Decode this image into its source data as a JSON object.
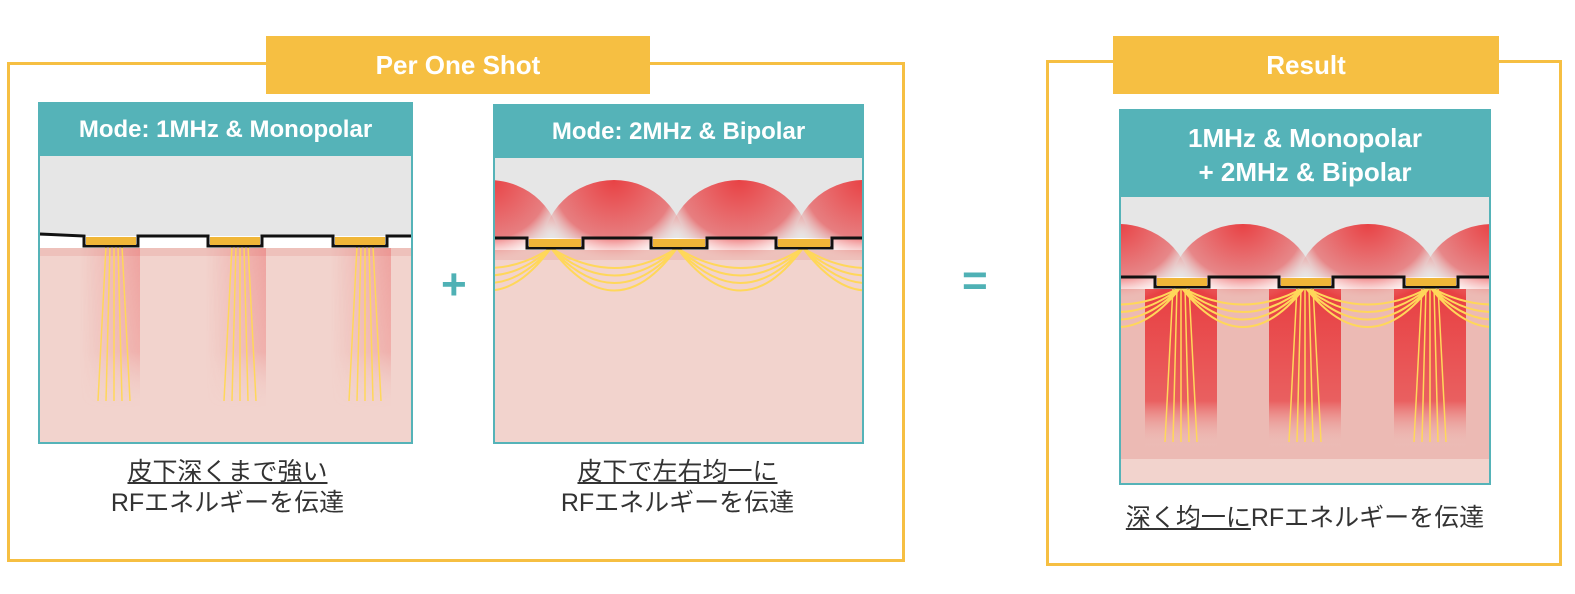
{
  "per_one_shot": {
    "tab_label": "Per One Shot",
    "operator_plus": "+",
    "panels": [
      {
        "mode_label": "Mode: 1MHz & Monopolar",
        "caption_underlined": "皮下深くまで強い",
        "caption_line2": "RFエネルギーを伝達"
      },
      {
        "mode_label": "Mode: 2MHz & Bipolar",
        "caption_underlined": "皮下で左右均一に",
        "caption_line2": "RFエネルギーを伝達"
      }
    ]
  },
  "operator_equals": "=",
  "result": {
    "tab_label": "Result",
    "panel_title_line1": "1MHz & Monopolar",
    "panel_title_line2": "+ 2MHz & Bipolar",
    "caption_underlined": "深く均一に",
    "caption_rest": "RFエネルギーを伝達"
  },
  "colors": {
    "tab_yellow": "#f6bf42",
    "panel_teal": "#55b3b8",
    "skin": "#f2d3cd",
    "energy_red": "#e8393c",
    "electrode": "#f0b638",
    "device_gray": "#e6e6e6"
  }
}
